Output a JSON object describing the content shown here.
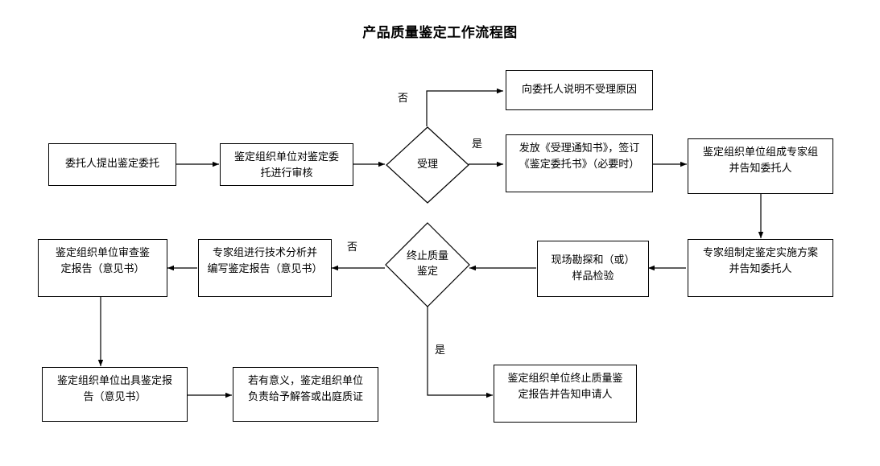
{
  "title": "产品质量鉴定工作流程图",
  "nodes": {
    "request": "委托人提出鉴定委托",
    "review": "鉴定组织单位对鉴定委\n托进行审核",
    "accept_decision": "受理",
    "reject_notice": "向委托人说明不受理原因",
    "accept_notice": "发放《受理通知书》，签订\n《鉴定委托书》（必要时）",
    "form_expert_group": "鉴定组织单位组成专家组\n并告知委托人",
    "expert_plan": "专家组制定鉴定实施方案\n并告知委托人",
    "site_survey": "现场勘探和（或）\n样品检验",
    "terminate_decision": "终止质量\n鉴定",
    "expert_analysis": "专家组进行技术分析并\n编写鉴定报告（意见书）",
    "org_review_report": "鉴定组织单位审查鉴\n定报告（意见书）",
    "issue_report": "鉴定组织单位出具鉴定报\n告（意见书）",
    "answer_questions": "若有意义，鉴定组织单位\n负责给予解答或出庭质证",
    "terminate_report": "鉴定组织单位终止质量鉴\n定报告并告知申请人"
  },
  "edge_labels": {
    "accept_no": "否",
    "accept_yes": "是",
    "terminate_no": "否",
    "terminate_yes": "是"
  },
  "colors": {
    "stroke": "#000000",
    "background": "#ffffff",
    "text": "#000000"
  }
}
